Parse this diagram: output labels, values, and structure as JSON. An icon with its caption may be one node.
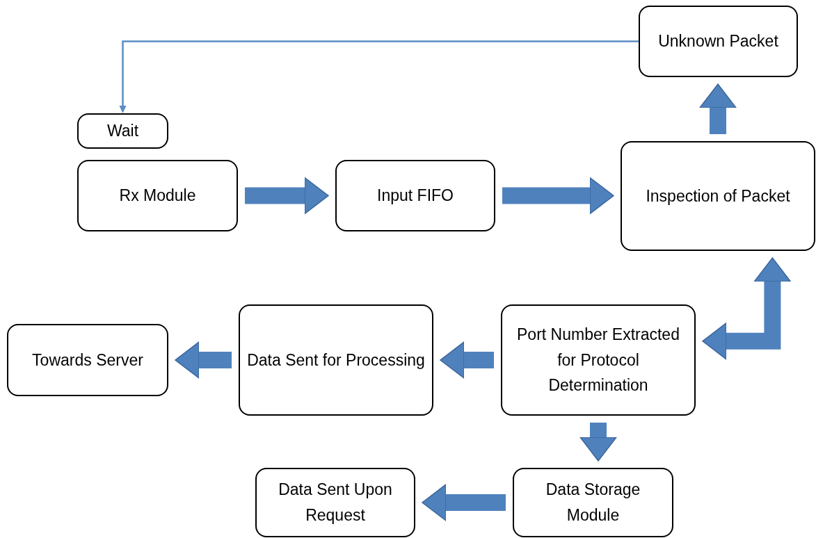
{
  "diagram": {
    "nodes": [
      {
        "text": [
          "Unknown Packet"
        ]
      },
      {
        "text": [
          "Wait"
        ]
      },
      {
        "text": [
          "Rx Module"
        ]
      },
      {
        "text": [
          "Input FIFO"
        ]
      },
      {
        "text": [
          "Inspection of Packet"
        ]
      },
      {
        "text": [
          "Port Number Extracted for Protocol Determination"
        ]
      },
      {
        "text": [
          "Data Sent for Processing"
        ]
      },
      {
        "text": [
          "Towards Server"
        ]
      },
      {
        "text": [
          "Data Storage Module"
        ]
      },
      {
        "text": [
          "Data Sent Upon Request"
        ]
      }
    ],
    "edges": [
      {
        "from": 0,
        "to": 1,
        "arrow": "to"
      },
      {
        "from": 2,
        "to": 3,
        "arrow": "to"
      },
      {
        "from": 3,
        "to": 4,
        "arrow": "to"
      },
      {
        "from": 4,
        "to": 0,
        "arrow": "to"
      },
      {
        "from": 5,
        "to": 4,
        "arrow": "both"
      },
      {
        "from": 5,
        "to": 6,
        "arrow": "to"
      },
      {
        "from": 6,
        "to": 7,
        "arrow": "to"
      },
      {
        "from": 5,
        "to": 8,
        "arrow": "to"
      },
      {
        "from": 8,
        "to": 9,
        "arrow": "to"
      }
    ]
  }
}
